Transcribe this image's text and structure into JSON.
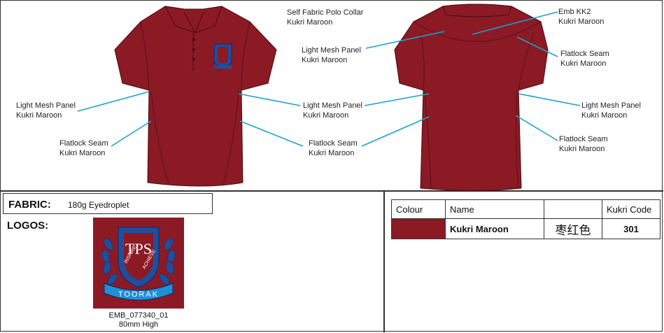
{
  "callouts": {
    "front_collar": [
      "Self Fabric Polo Collar",
      "Kukri Maroon"
    ],
    "front_left_mesh": [
      "Light Mesh Panel",
      "Kukri Maroon"
    ],
    "front_left_seam": [
      "Flatlock Seam",
      "Kukri Maroon"
    ],
    "center_mesh_upper": [
      "Light Mesh Panel",
      "Kukri Maroon"
    ],
    "center_mesh_mid": [
      "Light Mesh Panel",
      "Kukri Maroon"
    ],
    "center_seam": [
      "Flatlock Seam",
      "Kukri Maroon"
    ],
    "back_emb": [
      "Emb KK2",
      "Kukri Maroon"
    ],
    "back_seam_upper": [
      "Flatlock Seam",
      "Kukri Maroon"
    ],
    "back_mesh_right": [
      "Light Mesh Panel",
      "Kukri Maroon"
    ],
    "back_seam_lower": [
      "Flatlock Seam",
      "Kukri Maroon"
    ]
  },
  "fabric": {
    "label": "FABRIC:",
    "value": "180g Eyedroplet"
  },
  "logos": {
    "label": "LOGOS:",
    "emblem_text": [
      "TPS",
      "INSPIRE",
      "ACHIEVE",
      "TOORAK"
    ],
    "code": "EMB_077340_01",
    "size": "80mm High"
  },
  "colour_table": {
    "headers": [
      "Colour",
      "Name",
      "",
      "Kukri Code"
    ],
    "rows": [
      {
        "swatch_color": "#8b1a24",
        "name": "Kukri Maroon",
        "chinese": "枣红色",
        "code": "301"
      }
    ]
  },
  "colors": {
    "maroon": "#8b1a24",
    "callout_line": "#1aa3c8",
    "emblem_blue": "#1f4e9c"
  }
}
